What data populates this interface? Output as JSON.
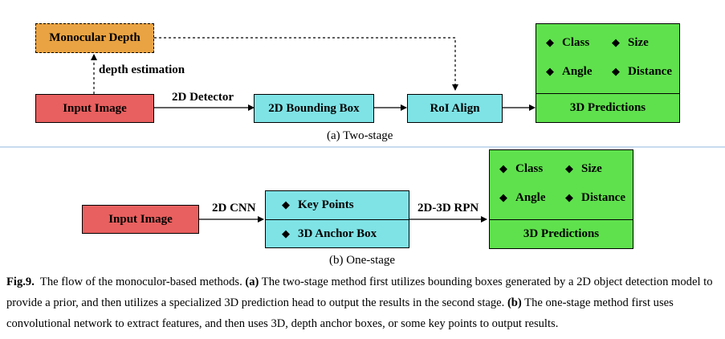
{
  "two_stage": {
    "monocular_depth": "Monocular Depth",
    "depth_estimation": "depth estimation",
    "input_image": "Input Image",
    "detector_label": "2D Detector",
    "bbox": "2D Bounding Box",
    "roi_align": "RoI Align",
    "pred_items": [
      "Class",
      "Size",
      "Angle",
      "Distance"
    ],
    "pred_title": "3D Predictions",
    "subcaption": "(a) Two-stage"
  },
  "one_stage": {
    "input_image": "Input Image",
    "cnn_label": "2D CNN",
    "key_points": "Key Points",
    "anchor_box": "3D Anchor Box",
    "rpn_label": "2D-3D RPN",
    "pred_items": [
      "Class",
      "Size",
      "Angle",
      "Distance"
    ],
    "pred_title": "3D Predictions",
    "subcaption": "(b) One-stage"
  },
  "caption": {
    "fig_label": "Fig.9.",
    "text1": "The flow of the monoculor-based methods.",
    "a_label": "(a)",
    "text2": "The two-stage method first utilizes bounding boxes generated by a 2D object detection model to provide a prior, and then utilizes a specialized 3D prediction head to output the results in the second stage.",
    "b_label": "(b)",
    "text3": "The one-stage method first uses convolutional network to extract features, and then uses 3D, depth anchor boxes, or some key points to output results."
  }
}
